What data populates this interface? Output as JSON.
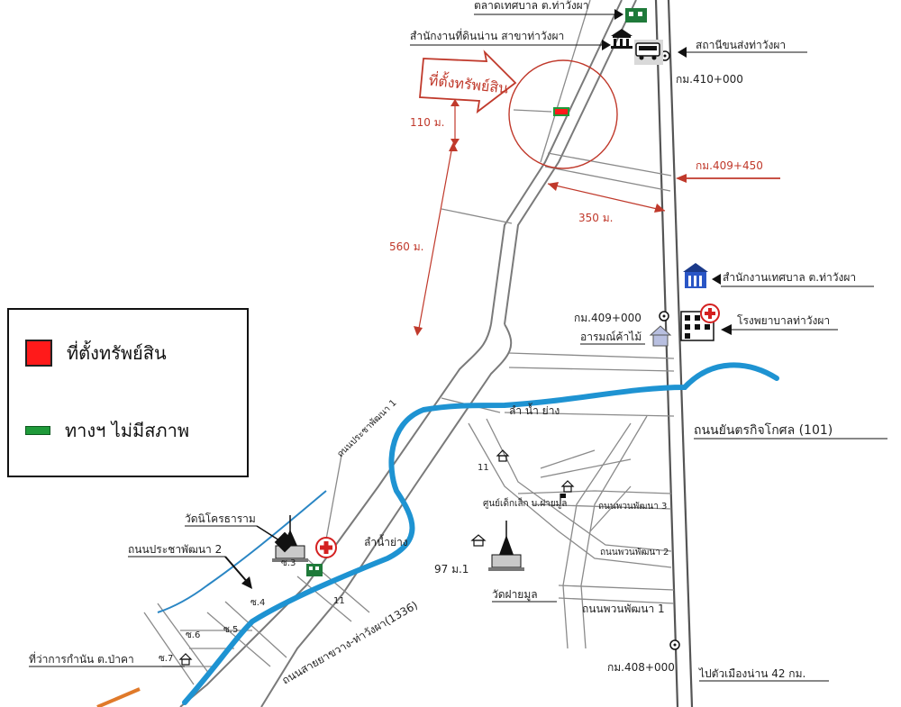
{
  "legend": {
    "property_label": "ที่ตั้งทรัพย์สิน",
    "road_label": "ทางฯ ไม่มีสภาพ",
    "property_color": "#ff1a1a",
    "road_color": "#1f9a3a"
  },
  "places": {
    "market": "ตลาดเทศบาล ต.ท่าวังผา",
    "land_office": "สำนักงานที่ดินน่าน สาขาท่าวังผา",
    "bus_station": "สถานีขนส่งท่าวังผา",
    "municipal_office": "สำนักงานเทศบาล ต.ท่าวังผา",
    "hospital": "โรงพยาบาลท่าวังผา",
    "wood_shop": "อารมณ์ค้าไม้",
    "temple_1": "วัดนิโครธาราม",
    "temple_2": "วัดฝายมูล",
    "village_office": "ที่ว่าการกำนัน ต.ป่าคา",
    "child_center": "ศูนย์เด็กเล็ก บ.ฝายมูล"
  },
  "markers": {
    "property_arrow": "ที่ตั้งทรัพย์สิน",
    "km_410": "กม.410+000",
    "km_409_450": "กม.409+450",
    "km_409": "กม.409+000",
    "km_408": "กม.408+000"
  },
  "distances": {
    "d110": "110 ม.",
    "d350": "350 ม.",
    "d560": "560 ม."
  },
  "roads": {
    "highway": "ถนนยันตรกิจโกศล (101)",
    "to_city": "ไปตัวเมืองน่าน  42 กม.",
    "prachapattana1": "ถนนประชาพัฒนา 1",
    "prachapattana2": "ถนนประชาพัฒนา 2",
    "puanpattana1": "ถนนพวนพัฒนา 1",
    "puanpattana2": "ถนนพวนพัฒนา 2",
    "puanpattana3": "ถนนพวนพัฒนา 3",
    "saiyamaxwang": "ถนนสายยาขวาง-ท่าวังผา(1336)"
  },
  "water": {
    "river_top": "ลำ น้ำ ย่าง",
    "river_left": "ลำน้ำย่าง"
  },
  "small_labels": {
    "soi3": "ซ.3",
    "soi4": "ซ.4",
    "soi5": "ซ.5",
    "soi6": "ซ.6",
    "soi7": "ซ.7",
    "no11_a": "11",
    "no11_b": "11",
    "moo1": "97 ม.1"
  }
}
